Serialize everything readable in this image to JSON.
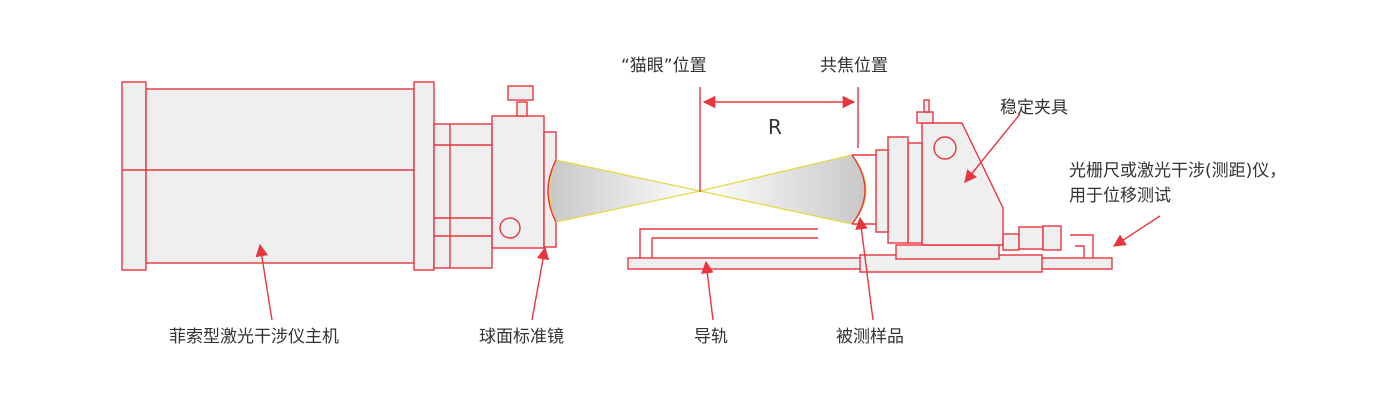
{
  "labels": {
    "cat_eye_position": "“猫眼”位置",
    "confocal_position": "共焦位置",
    "radius": "R",
    "fixture": "稳定夹具",
    "grating_line1": "光栅尺或激光干涉(测距)仪，",
    "grating_line2": "用于位移测试",
    "interferometer_host": "菲索型激光干涉仪主机",
    "spherical_reference": "球面标准镜",
    "guide_rail": "导轨",
    "sample": "被测样品"
  },
  "colors": {
    "outline": "#e8363f",
    "fill": "#efeff0",
    "beam_edge": "#e8d84a",
    "text": "#333333"
  }
}
